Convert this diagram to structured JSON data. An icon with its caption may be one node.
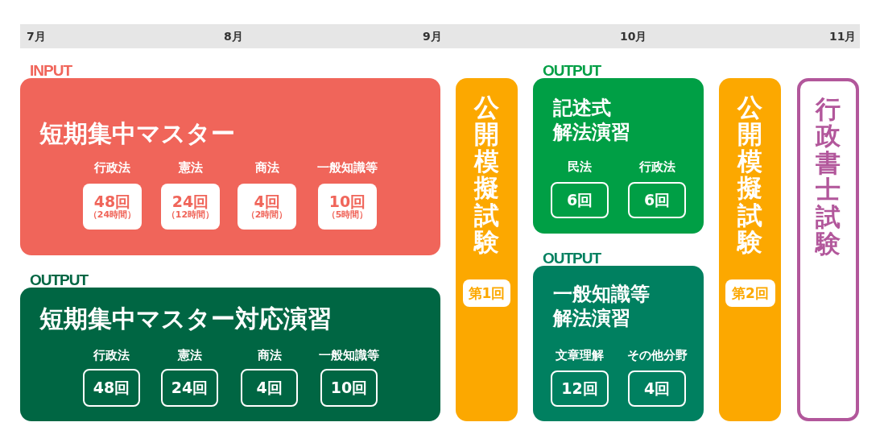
{
  "diagram": {
    "nodes": [
      {
        "text": [
          "INPUT",
          "短期集中マスター"
        ]
      },
      {
        "text": [
          "48回",
          "（24時間）"
        ],
        "beside": [
          "行政法"
        ],
        "in": 0
      },
      {
        "text": [
          "24回",
          "（12時間）"
        ],
        "beside": [
          "憲法"
        ],
        "in": 0
      },
      {
        "text": [
          "4回",
          "（2時間）"
        ],
        "beside": [
          "商法"
        ],
        "in": 0
      },
      {
        "text": [
          "10回",
          "（5時間）"
        ],
        "beside": [
          "一般知識等"
        ],
        "in": 0
      },
      {
        "text": [
          "OUTPUT",
          "短期集中マスター対応演習"
        ]
      },
      {
        "text": [
          "48回"
        ],
        "beside": [
          "行政法"
        ],
        "in": 5
      },
      {
        "text": [
          "24回"
        ],
        "beside": [
          "憲法"
        ],
        "in": 5
      },
      {
        "text": [
          "4回"
        ],
        "beside": [
          "商法"
        ],
        "in": 5
      },
      {
        "text": [
          "10回"
        ],
        "beside": [
          "一般知識等"
        ],
        "in": 5
      },
      {
        "text": [
          "公開模擬試験"
        ]
      },
      {
        "text": [
          "第1回"
        ],
        "in": 10
      },
      {
        "text": [
          "OUTPUT",
          "記述式解法演習"
        ]
      },
      {
        "text": [
          "6回"
        ],
        "beside": [
          "民法"
        ],
        "in": 12
      },
      {
        "text": [
          "6回"
        ],
        "beside": [
          "行政法"
        ],
        "in": 12
      },
      {
        "text": [
          "OUTPUT",
          "一般知識等解法演習"
        ]
      },
      {
        "text": [
          "12回"
        ],
        "beside": [
          "文章理解"
        ],
        "in": 15
      },
      {
        "text": [
          "4回"
        ],
        "beside": [
          "その他分野"
        ],
        "in": 15
      },
      {
        "text": [
          "公開模擬試験"
        ]
      },
      {
        "text": [
          "第2回"
        ],
        "in": 18
      },
      {
        "text": [
          "行政書士試験"
        ]
      }
    ],
    "labels": [
      "7月",
      "8月",
      "9月",
      "10月",
      "11月"
    ]
  }
}
